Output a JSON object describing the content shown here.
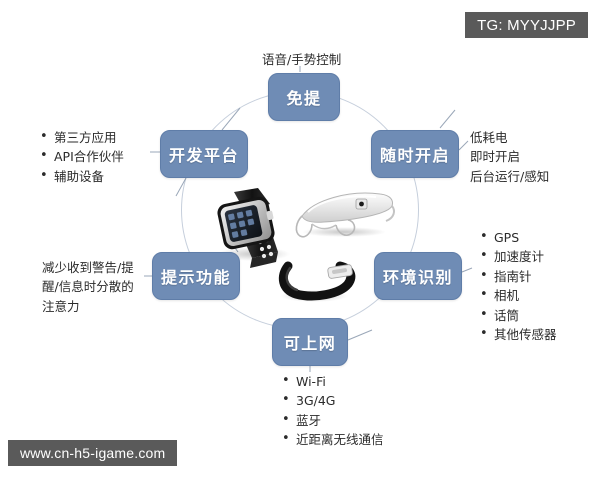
{
  "watermarks": {
    "top_right": "TG: MYYJJPP",
    "bottom_left": "www.cn-h5-igame.com"
  },
  "diagram": {
    "title_top_label": "语音/手势控制",
    "nodes": [
      {
        "id": "hands-free",
        "label": "免提"
      },
      {
        "id": "always-on",
        "label": "随时开启"
      },
      {
        "id": "context",
        "label": "环境识别"
      },
      {
        "id": "internet",
        "label": "可上网"
      },
      {
        "id": "notify",
        "label": "提示功能"
      },
      {
        "id": "platform",
        "label": "开发平台"
      }
    ],
    "annotations": {
      "platform": {
        "items": [
          "第三方应用",
          "API合作伙伴",
          "辅助设备"
        ]
      },
      "power": {
        "lines": [
          "低耗电",
          "即时开启",
          "后台运行/感知"
        ]
      },
      "sensors": {
        "items": [
          "GPS",
          "加速度计",
          "指南针",
          "相机",
          "话筒",
          "其他传感器"
        ]
      },
      "notify": {
        "text": "减少收到警告/提醒/信息时分散的注意力"
      },
      "network": {
        "items": [
          "Wi-Fi",
          "3G/4G",
          "蓝牙",
          "近距离无线通信"
        ]
      }
    },
    "center_devices": [
      {
        "name": "smartwatch"
      },
      {
        "name": "smart-glasses"
      },
      {
        "name": "fitness-band"
      }
    ]
  },
  "colors": {
    "node_fill": "#6f8cb5",
    "node_border": "#5f7da8",
    "ring_stroke": "#c6cfdc",
    "watermark_bg": "#5a5a5a",
    "text": "#2b2b2b"
  }
}
